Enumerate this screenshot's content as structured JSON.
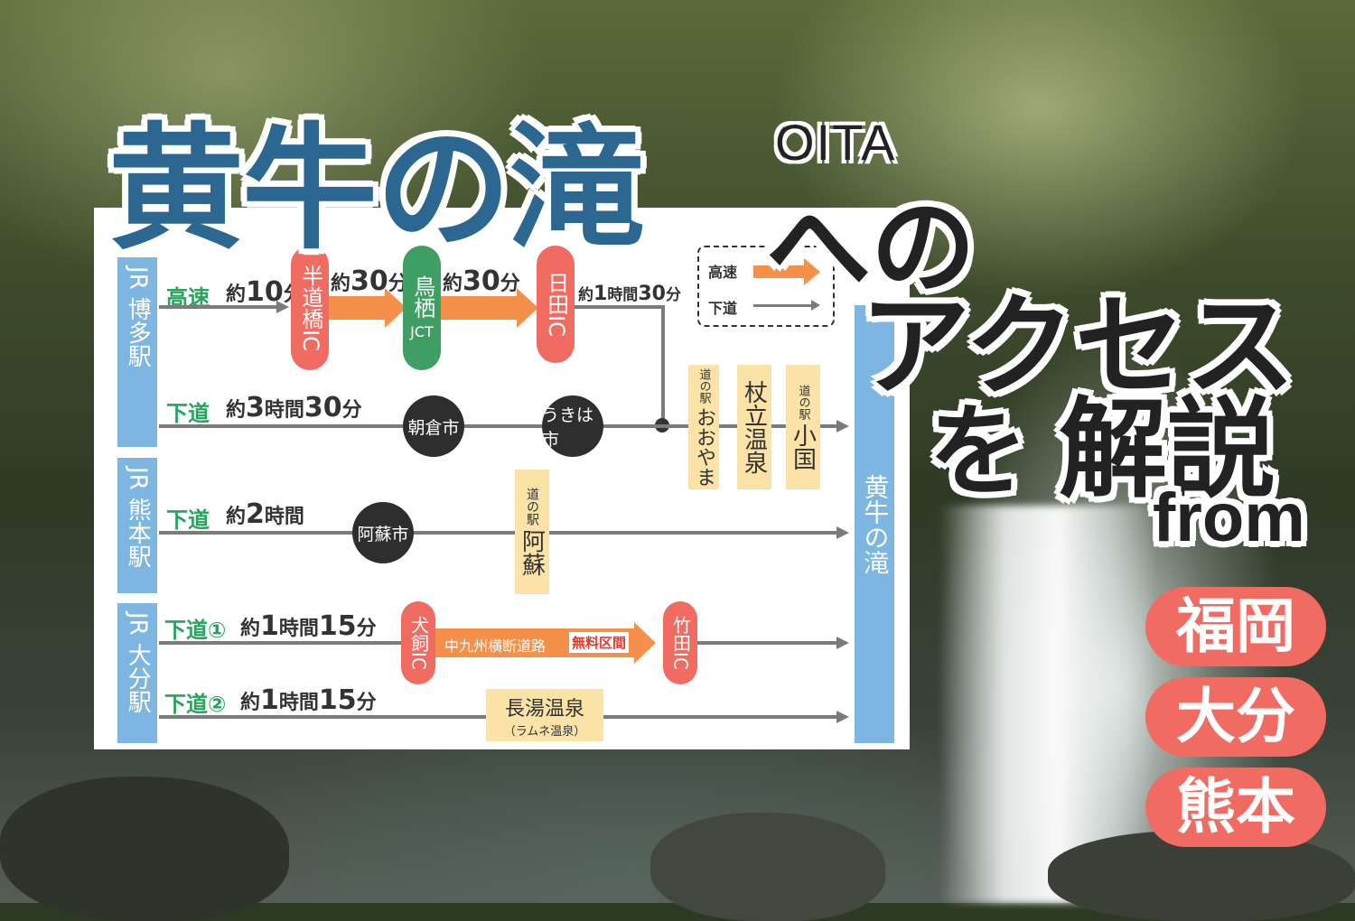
{
  "title": {
    "main": "黄牛の滝",
    "oita": "OITA",
    "line2": "への",
    "line3": "アクセス",
    "line4a": "を",
    "line4b": "解説",
    "from": "from"
  },
  "cities": [
    "福岡",
    "大分",
    "熊本"
  ],
  "legend": {
    "express": "高速",
    "local": "下道"
  },
  "routes": {
    "hakata": {
      "station": "JR 博多駅",
      "express_label": "高速",
      "express_time_pre": "約",
      "express_time_num": "10",
      "express_time_unit": "分",
      "seg2_pre": "約",
      "seg2_num": "30",
      "seg2_unit": "分",
      "seg3_pre": "約",
      "seg3_num": "30",
      "seg3_unit": "分",
      "seg4_pre": "約",
      "seg4_num": "1",
      "seg4_mid": "時間",
      "seg4_num2": "30",
      "seg4_unit": "分",
      "handobashi": "半道橋IC",
      "tosu": "鳥栖",
      "tosu_sub": "JCT",
      "hita": "日田IC",
      "local_label": "下道",
      "local_pre": "約",
      "local_num": "3",
      "local_mid": "時間",
      "local_num2": "30",
      "local_unit": "分",
      "stop1": "朝倉市",
      "stop2": "うきは市"
    },
    "kumamoto": {
      "station": "JR 熊本駅",
      "local_label": "下道",
      "local_pre": "約",
      "local_num": "2",
      "local_unit": "時間",
      "stop": "阿蘇市",
      "michinoeki_small": "道の駅",
      "michinoeki": "阿蘇"
    },
    "oita": {
      "station": "JR 大分駅",
      "route1_label": "下道①",
      "route1_pre": "約",
      "route1_num": "1",
      "route1_mid": "時間",
      "route1_num2": "15",
      "route1_unit": "分",
      "route2_label": "下道②",
      "route2_pre": "約",
      "route2_num": "1",
      "route2_mid": "時間",
      "route2_num2": "15",
      "route2_unit": "分",
      "inukai": "犬飼IC",
      "naka_road": "中九州横断道路",
      "free": "無料区間",
      "taketa": "竹田IC",
      "nagayu": "長湯温泉",
      "nagayu_sub": "（ラムネ温泉）"
    }
  },
  "stations_common": {
    "oyama_small": "道の駅",
    "oyama": "おおやま",
    "tsuetate": "杖立温泉",
    "oguni_small": "道の駅",
    "oguni": "小国"
  },
  "destination": "黄牛の滝",
  "colors": {
    "title_blue": "#2b6791",
    "city_red": "#f06c63",
    "express_orange": "#f4904a",
    "local_green": "#27a35d",
    "station_blue": "#7eb6e2"
  }
}
